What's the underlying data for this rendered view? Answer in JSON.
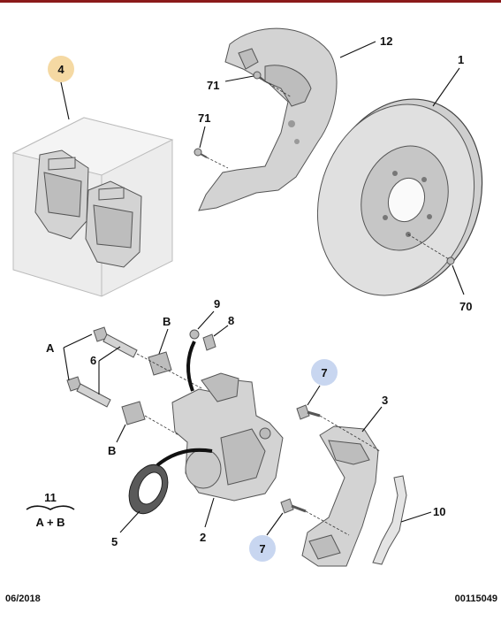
{
  "colors": {
    "top_rule": "#8b1a1a",
    "badge_orange": "#f5d9a3",
    "badge_blue": "#c8d6f0",
    "part_fill": "#d3d3d3",
    "stroke": "#555555"
  },
  "callouts": {
    "pads": "4",
    "shield": "12",
    "screw_shield_a": "71",
    "screw_shield_b": "71",
    "disc": "1",
    "disc_screw": "70",
    "caliper_pin_a": "A",
    "guide_pin": "6",
    "bush_b_top": "B",
    "bleed_cap": "9",
    "bleed_screw": "8",
    "bush_b_bottom": "B",
    "carrier_bolt_top": "7",
    "carrier": "3",
    "kit_number": "11",
    "kit_formula": "A + B",
    "seal": "5",
    "caliper": "2",
    "carrier_bolt_bottom": "7",
    "spring_clip": "10"
  },
  "icons": [
    "brake-pad-set-icon",
    "dust-shield-icon",
    "brake-disc-icon",
    "caliper-icon",
    "carrier-icon",
    "spring-clip-icon",
    "seal-ring-icon",
    "bolt-icon"
  ],
  "footer": {
    "date": "06/2018",
    "reference": "00115049"
  }
}
